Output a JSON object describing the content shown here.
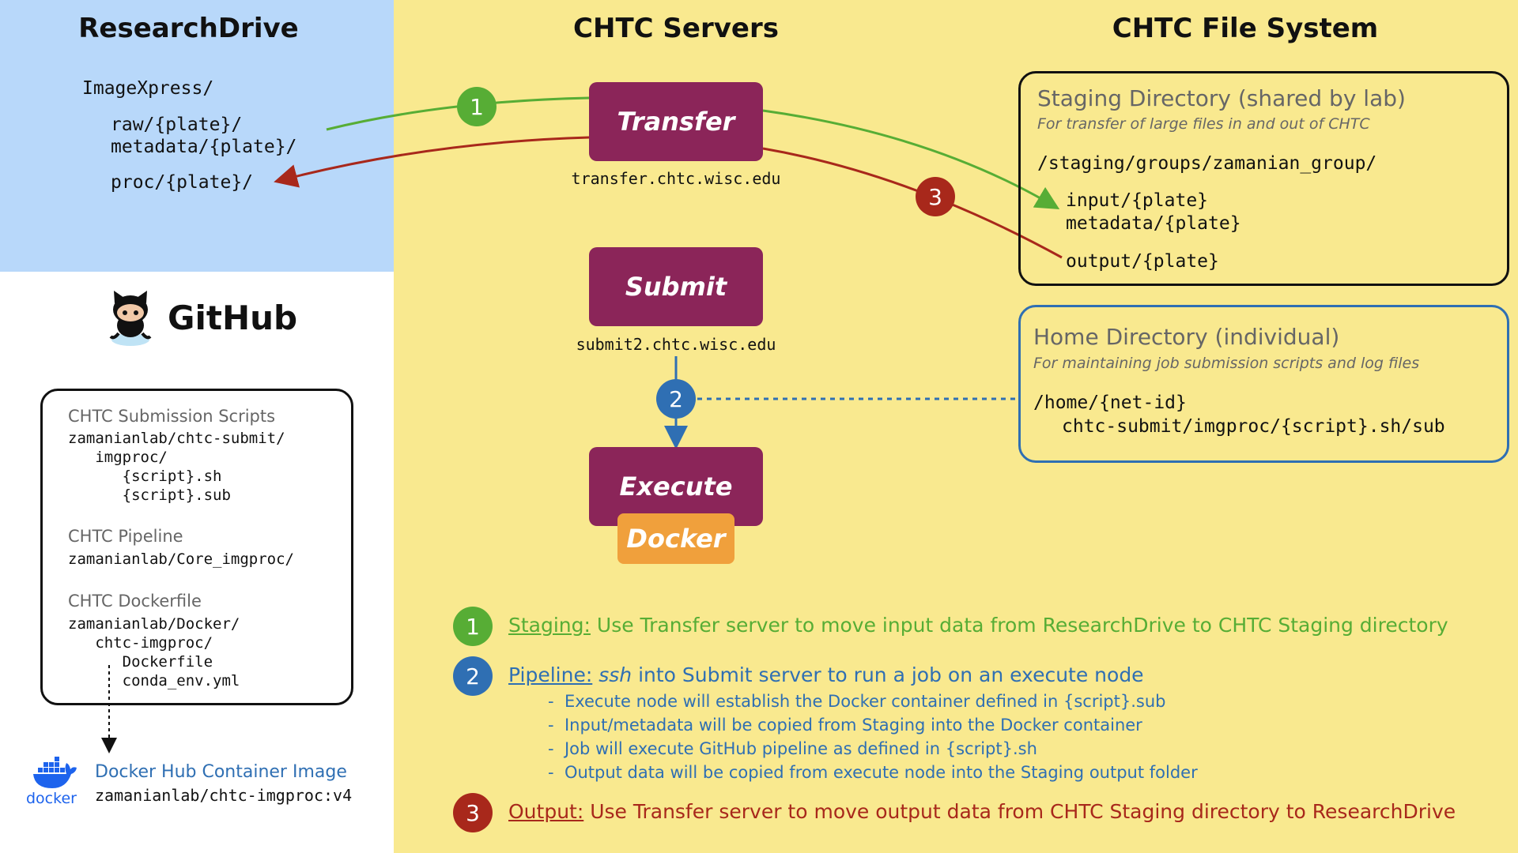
{
  "colors": {
    "green": "#57ad35",
    "blue": "#2f6fb3",
    "red": "#a8281b",
    "server": "#8b2559",
    "docker": "#f0a03c",
    "researchdrive_bg": "#b8d8fa",
    "main_bg": "#f9e98f"
  },
  "researchdrive": {
    "title": "ResearchDrive",
    "root": "ImageXpress/",
    "raw": "raw/{plate}/",
    "metadata": "metadata/{plate}/",
    "proc": "proc/{plate}/"
  },
  "github": {
    "logo_text": "GitHub",
    "submission_label": "CHTC Submission Scripts",
    "submission_code": "zamanianlab/chtc-submit/\n   imgproc/\n      {script}.sh\n      {script}.sub",
    "pipeline_label": "CHTC Pipeline",
    "pipeline_code": "zamanianlab/Core_imgproc/",
    "dockerfile_label": "CHTC Dockerfile",
    "dockerfile_code": "zamanianlab/Docker/\n   chtc-imgproc/\n      Dockerfile\n      conda_env.yml"
  },
  "dockerhub": {
    "logo_text": "docker",
    "label": "Docker Hub Container Image",
    "image": "zamanianlab/chtc-imgproc:v4"
  },
  "servers": {
    "title": "CHTC Servers",
    "transfer_label": "Transfer",
    "transfer_host": "transfer.chtc.wisc.edu",
    "submit_label": "Submit",
    "submit_host": "submit2.chtc.wisc.edu",
    "execute_label": "Execute",
    "docker_label": "Docker"
  },
  "filesystem": {
    "title": "CHTC File System",
    "staging_title": "Staging Directory (shared by lab)",
    "staging_sub": "For transfer of large files in and out of CHTC",
    "staging_path": "/staging/groups/zamanian_group/",
    "staging_input": "input/{plate}",
    "staging_metadata": "metadata/{plate}",
    "staging_output": "output/{plate}",
    "home_title": "Home Directory (individual)",
    "home_sub": "For maintaining job submission scripts and log files",
    "home_path": "/home/{net-id}",
    "home_script": "chtc-submit/imgproc/{script}.sh/sub"
  },
  "badges": {
    "one": "1",
    "two": "2",
    "three": "3"
  },
  "legend": {
    "staging_key": "Staging:",
    "staging_text": "Use Transfer server to move input data from ResearchDrive to CHTC Staging directory",
    "pipeline_key": "Pipeline:",
    "pipeline_ssh": "ssh",
    "pipeline_text": "into Submit server to run a job on an execute node",
    "pipeline_bullets": [
      "Execute node will establish the Docker container defined in {script}.sub",
      "Input/metadata will be copied from Staging into the Docker container",
      "Job will execute GitHub pipeline as defined in {script}.sh",
      "Output data will be copied from execute node into the Staging output folder"
    ],
    "output_key": "Output:",
    "output_text": "Use Transfer server to move output data from CHTC Staging directory to ResearchDrive"
  }
}
